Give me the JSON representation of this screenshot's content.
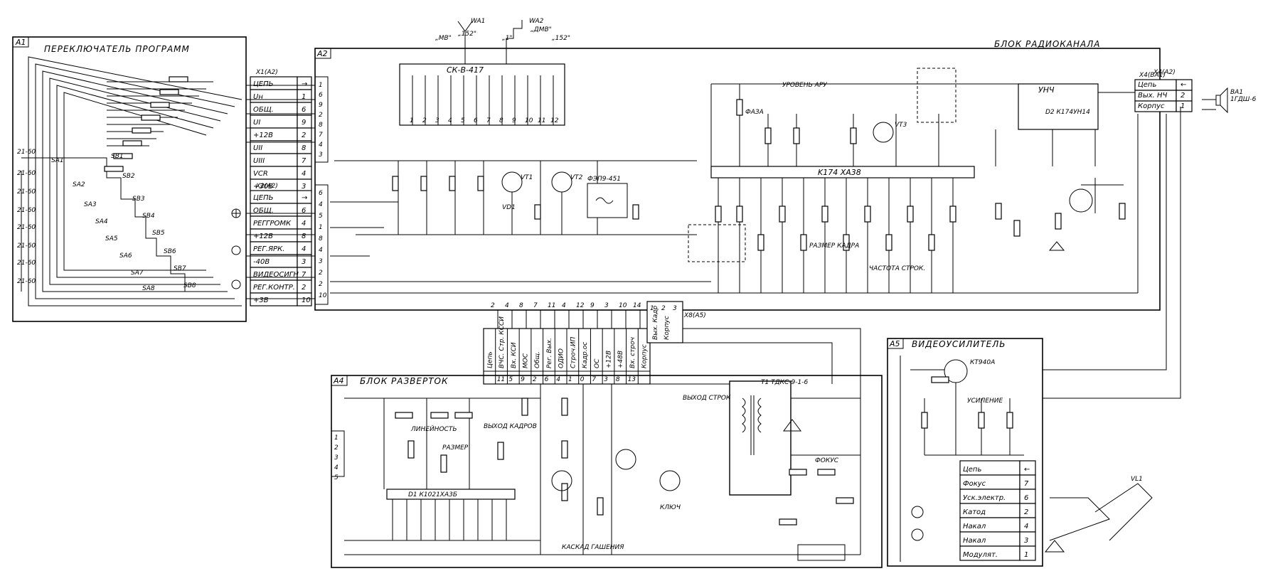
{
  "blocks": {
    "a1": {
      "id": "A1",
      "title": "ПЕРЕКЛЮЧАТЕЛЬ  ПРОГРАММ"
    },
    "a2": {
      "id": "A2",
      "title": "БЛОК  РАДИОКАНАЛА"
    },
    "a4": {
      "id": "A4",
      "title": "БЛОК  РАЗВЕРТОК"
    },
    "a5": {
      "id": "A5",
      "title": "ВИДЕОУСИЛИТЕЛЬ"
    }
  },
  "x1_table": {
    "title": "X1(A2)",
    "rows": [
      {
        "label": "ЦЕПЬ",
        "pin": "→"
      },
      {
        "label": "Uн",
        "pin": "1"
      },
      {
        "label": "ОБЩ.",
        "pin": "6"
      },
      {
        "label": "UI",
        "pin": "9"
      },
      {
        "label": "+12В",
        "pin": "2"
      },
      {
        "label": "UII",
        "pin": "8"
      },
      {
        "label": "UIII",
        "pin": "7"
      },
      {
        "label": "VCR",
        "pin": "4"
      },
      {
        "label": "+30В",
        "pin": "3"
      }
    ]
  },
  "x2_table": {
    "title": "X2(A2)",
    "rows": [
      {
        "label": "ЦЕПЬ",
        "pin": "→"
      },
      {
        "label": "ОБЩ.",
        "pin": "6"
      },
      {
        "label": "РЕГГРОМК",
        "pin": "4"
      },
      {
        "label": "+12В",
        "pin": "8"
      },
      {
        "label": "РЕГ.ЯРК.",
        "pin": "4"
      },
      {
        "label": "-40В",
        "pin": "3"
      },
      {
        "label": "ВИДЕОСИГН",
        "pin": "7"
      },
      {
        "label": "РЕГ.КОНТР.",
        "pin": "2"
      },
      {
        "label": "+3В",
        "pin": "10"
      }
    ]
  },
  "x4_table": {
    "title": "X4(A2)",
    "rows": [
      {
        "label": "Цепь",
        "pin": "←"
      },
      {
        "label": "Вых. НЧ",
        "pin": "2"
      },
      {
        "label": "Корпус",
        "pin": "1"
      }
    ]
  },
  "crt_table": {
    "rows": [
      {
        "label": "Цепь",
        "pin": "←"
      },
      {
        "label": "Фокус",
        "pin": "7"
      },
      {
        "label": "Уск.электр.",
        "pin": "6"
      },
      {
        "label": "Катод",
        "pin": "2"
      },
      {
        "label": "Накал",
        "pin": "4"
      },
      {
        "label": "Накал",
        "pin": "3"
      },
      {
        "label": "Модулят.",
        "pin": "1"
      }
    ]
  },
  "x3_header": {
    "signals": [
      "Цепь",
      "ВЧС. Стр. КССИ",
      "Вх. КСИ",
      "МОС",
      "Общ.",
      "Рег. Вых.",
      "ОДИО",
      "Строч.ИП",
      "Кадр.ос",
      "ОС",
      "+12В",
      "+48В",
      "Вх. строч",
      "Корпус"
    ],
    "pins": [
      "",
      "11",
      "5",
      "9",
      "2",
      "6",
      "4",
      "1",
      "0",
      "7",
      "3",
      "8",
      "13"
    ],
    "top_pins": [
      "2",
      "4",
      "8",
      "7",
      "11",
      "4",
      "12",
      "9",
      "3",
      "10",
      "14"
    ]
  },
  "x8_header": {
    "labels": [
      "Вых. Кадр",
      "Корпус"
    ],
    "pins": [
      "1",
      "2",
      "3"
    ],
    "title": "X8(A5)"
  },
  "ic_labels": {
    "k174": "K174 XA38",
    "ic_a4": "D1 К1021ХА3Б",
    "unch": "УНЧ",
    "d2": "D2 К174УН14",
    "selector": "СК-В-417",
    "filter": "ФЭП9-451"
  },
  "annotations": {
    "mv": "„MB\"",
    "dmv": "„ДМВ\"",
    "a1_label": "„1\"",
    "ant152": "„152\"",
    "ant_dmv": "„152\"",
    "wa1": "WA1",
    "wa2": "WA2",
    "uroven_aru": "УРОВЕНЬ АРУ",
    "faza": "ФАЗА",
    "razmer_kadra": "РАЗМЕР КАДРА",
    "chastota_strok": "ЧАСТОТА СТРОК.",
    "lineynost": "ЛИНЕЙНОСТЬ",
    "razmer": "РАЗМЕР",
    "vyhod_kadrov": "ВЫХОД КАДРОВ",
    "vyhod_strok": "ВЫХОД СТРОК",
    "fokus": "ФОКУС",
    "kaskad_gasheniya": "КАСКАД ГАШЕНИЯ",
    "klyuch": "КЛЮЧ",
    "usilenie": "УСИЛЕНИЕ",
    "ba1": "BA1",
    "ba1_type": "1ГДШ-6",
    "vl1": "VL1",
    "vt1_a5": "КТ940А",
    "tv1": "T1 ТДКС-9-1-6",
    "x4_ba1": "X4(BA1)"
  },
  "colors": {
    "ink": "#000000",
    "paper": "#ffffff"
  }
}
